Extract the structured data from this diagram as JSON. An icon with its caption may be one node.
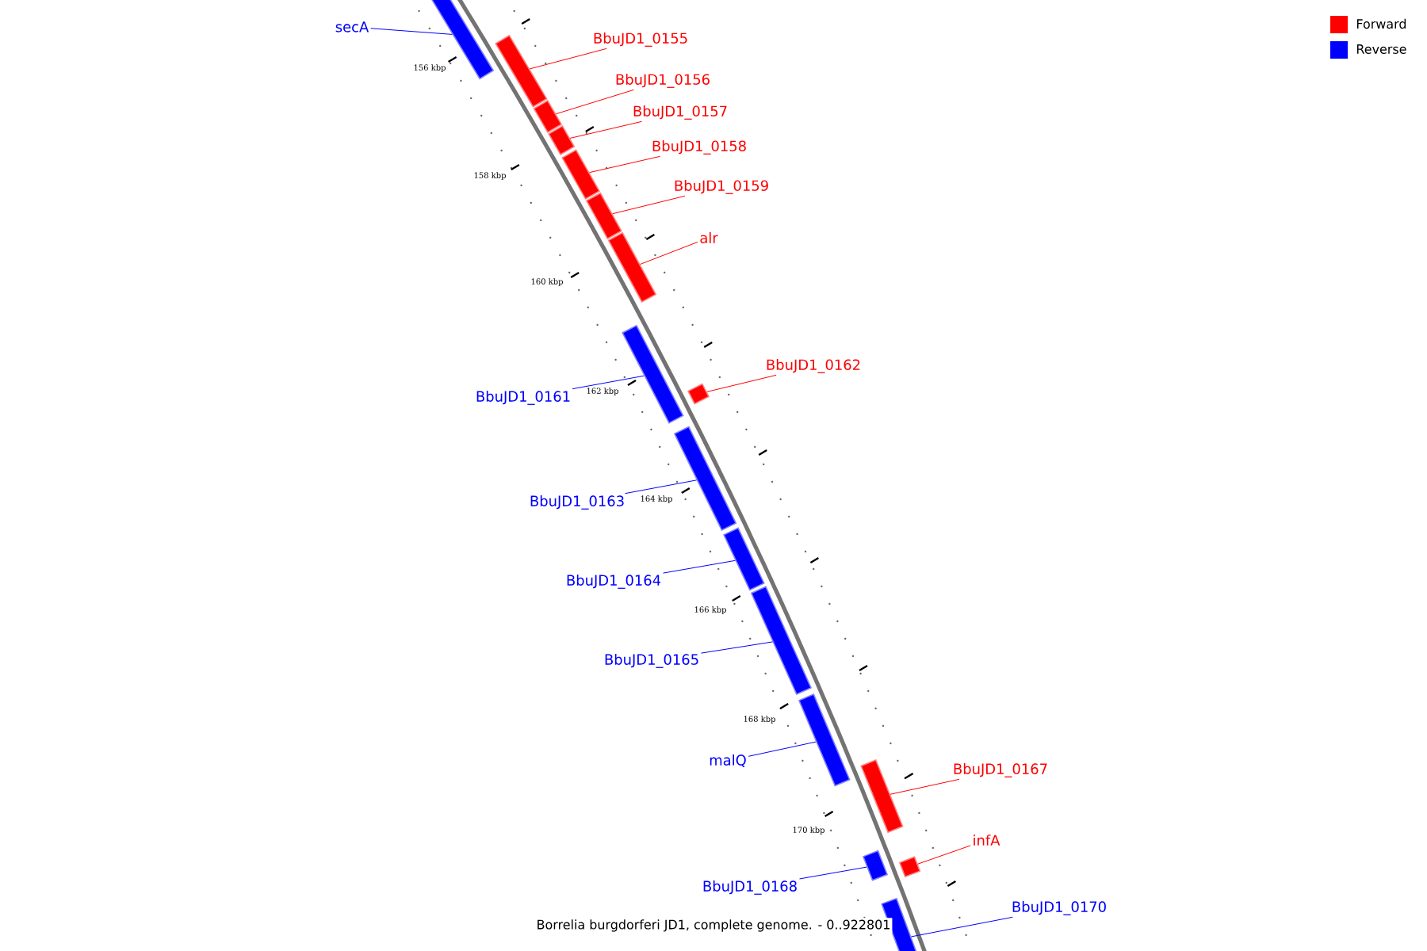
{
  "diagram": {
    "caption": "Borrelia burgdorferi JD1, complete genome. - 0..922801",
    "nodes": [
      {
        "text": [
          "secA"
        ]
      },
      {
        "text": [],
        "shape": "bar"
      },
      {
        "text": [
          "BbuJD1_0155"
        ]
      },
      {
        "text": [],
        "shape": "bar"
      },
      {
        "text": [
          "BbuJD1_0156"
        ]
      },
      {
        "text": [],
        "shape": "bar"
      },
      {
        "text": [
          "BbuJD1_0157"
        ]
      },
      {
        "text": [],
        "shape": "bar"
      },
      {
        "text": [
          "BbuJD1_0158"
        ]
      },
      {
        "text": [],
        "shape": "bar"
      },
      {
        "text": [
          "BbuJD1_0159"
        ]
      },
      {
        "text": [],
        "shape": "bar"
      },
      {
        "text": [
          "alr"
        ]
      },
      {
        "text": [],
        "shape": "bar"
      },
      {
        "text": [
          "BbuJD1_0161"
        ]
      },
      {
        "text": [],
        "shape": "bar"
      },
      {
        "text": [
          "BbuJD1_0162"
        ]
      },
      {
        "text": [],
        "shape": "bar"
      },
      {
        "text": [
          "BbuJD1_0163"
        ]
      },
      {
        "text": [],
        "shape": "bar"
      },
      {
        "text": [
          "BbuJD1_0164"
        ]
      },
      {
        "text": [],
        "shape": "bar"
      },
      {
        "text": [
          "BbuJD1_0165"
        ]
      },
      {
        "text": [],
        "shape": "bar"
      },
      {
        "text": [
          "malQ"
        ]
      },
      {
        "text": [],
        "shape": "bar"
      },
      {
        "text": [
          "BbuJD1_0167"
        ]
      },
      {
        "text": [],
        "shape": "bar"
      },
      {
        "text": [
          "BbuJD1_0168"
        ]
      },
      {
        "text": [],
        "shape": "bar"
      },
      {
        "text": [
          "infA"
        ]
      },
      {
        "text": [],
        "shape": "bar"
      },
      {
        "text": [
          "BbuJD1_0170"
        ]
      },
      {
        "text": [],
        "shape": "bar"
      }
    ],
    "edges": [
      {
        "from": 0,
        "to": 1,
        "arrow": "none",
        "color": "#0000ff"
      },
      {
        "from": 2,
        "to": 3,
        "arrow": "none"
      },
      {
        "from": 4,
        "to": 5,
        "arrow": "none"
      },
      {
        "from": 6,
        "to": 7,
        "arrow": "none"
      },
      {
        "from": 8,
        "to": 9,
        "arrow": "none"
      },
      {
        "from": 10,
        "to": 11,
        "arrow": "none"
      },
      {
        "from": 12,
        "to": 13,
        "arrow": "none"
      },
      {
        "from": 14,
        "to": 15,
        "arrow": "none",
        "color": "#0000ff"
      },
      {
        "from": 16,
        "to": 17,
        "arrow": "none"
      },
      {
        "from": 18,
        "to": 19,
        "arrow": "none",
        "color": "#0000ff"
      },
      {
        "from": 20,
        "to": 21,
        "arrow": "none",
        "color": "#0000ff"
      },
      {
        "from": 22,
        "to": 23,
        "arrow": "none",
        "color": "#0000ff"
      },
      {
        "from": 24,
        "to": 25,
        "arrow": "none",
        "color": "#0000ff"
      },
      {
        "from": 26,
        "to": 27,
        "arrow": "none"
      },
      {
        "from": 28,
        "to": 29,
        "arrow": "none",
        "color": "#0000ff"
      },
      {
        "from": 30,
        "to": 31,
        "arrow": "none"
      },
      {
        "from": 32,
        "to": 33,
        "arrow": "none",
        "color": "#0000ff"
      }
    ],
    "labels": [
      "156 kbp",
      "158 kbp",
      "160 kbp",
      "162 kbp",
      "164 kbp",
      "166 kbp",
      "168 kbp",
      "170 kbp"
    ],
    "legend": [
      {
        "text": "Forward",
        "color": "#ff0000"
      },
      {
        "text": "Reverse",
        "color": "#0000ff"
      }
    ]
  }
}
